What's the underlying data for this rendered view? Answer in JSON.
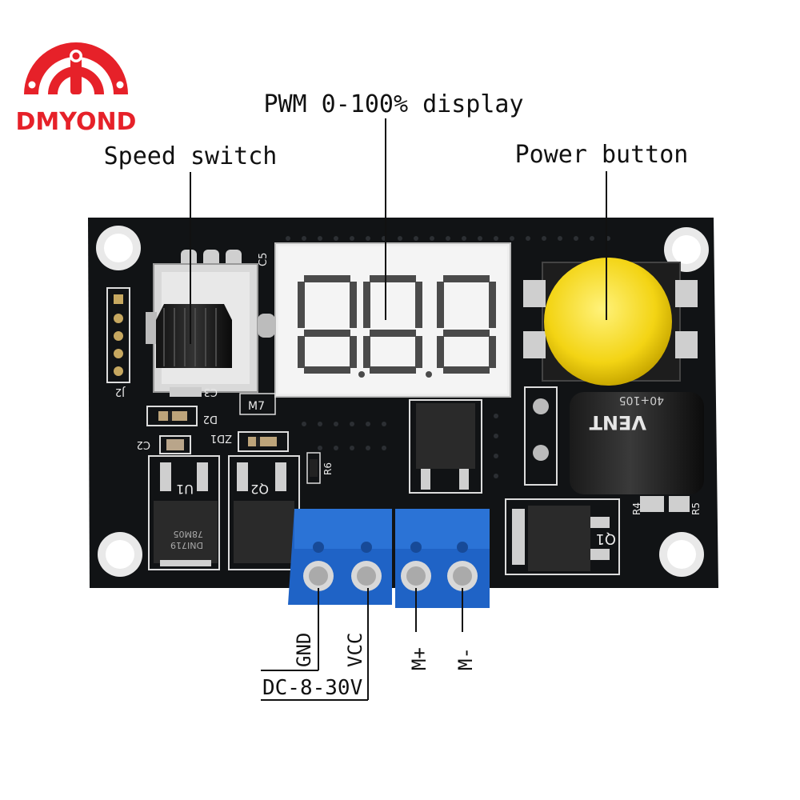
{
  "brand": {
    "name": "DMYOND",
    "accent": "#e62129"
  },
  "callouts": {
    "speed_switch": "Speed switch",
    "pwm_display": "PWM 0-100% display",
    "power_button": "Power button"
  },
  "terminals": {
    "gnd": "GND",
    "vcc": "VCC",
    "motor_plus": "M+",
    "motor_minus": "M-",
    "supply_range": "DC-8-30V"
  },
  "silkscreen": {
    "j2": "J2",
    "c5": "C5",
    "c3": "C3",
    "c2": "C2",
    "d2": "D2",
    "zd1": "ZD1",
    "m7": "M7",
    "r6": "R6",
    "u1": "U1",
    "q2": "Q2",
    "q1": "Q1",
    "r4": "R4",
    "r5": "R5"
  },
  "components": {
    "u1_marking": "78M05",
    "u1_code": "DNI719",
    "capacitor_brand": "VENT",
    "capacitor_rating": "40+105"
  },
  "colors": {
    "pcb": "#111315",
    "terminal_block": "#1f63c6",
    "button": "#f5d81c",
    "display_segment": "#4a4a4a"
  }
}
